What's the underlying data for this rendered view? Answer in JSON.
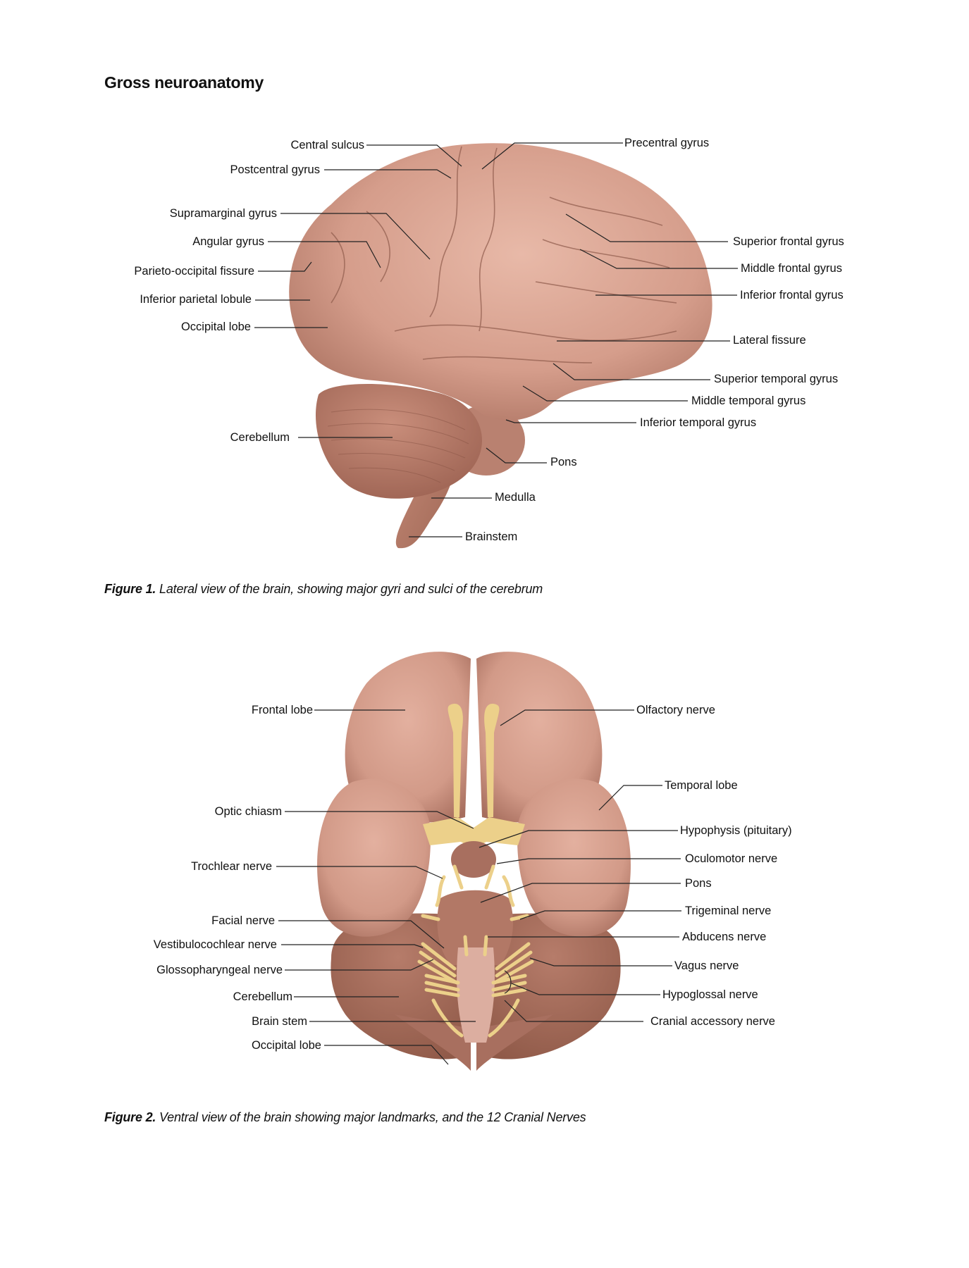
{
  "page": {
    "title": "Gross neuroanatomy"
  },
  "figure1": {
    "caption_label": "Figure 1.",
    "caption_text": " Lateral view of the brain, showing major gyri and sulci of the cerebrum",
    "labels_left": [
      {
        "text": "Central sulcus"
      },
      {
        "text": "Postcentral gyrus"
      },
      {
        "text": "Supramarginal gyrus"
      },
      {
        "text": "Angular gyrus"
      },
      {
        "text": "Parieto-occipital fissure"
      },
      {
        "text": "Inferior parietal lobule"
      },
      {
        "text": "Occipital lobe"
      },
      {
        "text": "Cerebellum"
      }
    ],
    "labels_right": [
      {
        "text": "Precentral gyrus"
      },
      {
        "text": "Superior frontal gyrus"
      },
      {
        "text": "Middle frontal gyrus"
      },
      {
        "text": "Inferior frontal gyrus"
      },
      {
        "text": "Lateral fissure"
      },
      {
        "text": "Superior temporal gyrus"
      },
      {
        "text": "Middle temporal gyrus"
      },
      {
        "text": "Inferior temporal gyrus"
      },
      {
        "text": "Pons"
      },
      {
        "text": "Medulla"
      },
      {
        "text": "Brainstem"
      }
    ]
  },
  "figure2": {
    "caption_label": "Figure 2.",
    "caption_text": " Ventral view of the brain showing major landmarks, and the 12 Cranial Nerves",
    "labels_left": [
      {
        "text": "Frontal lobe"
      },
      {
        "text": "Optic chiasm"
      },
      {
        "text": "Trochlear nerve"
      },
      {
        "text": "Facial nerve"
      },
      {
        "text": "Vestibulocochlear nerve"
      },
      {
        "text": "Glossopharyngeal nerve"
      },
      {
        "text": "Cerebellum"
      },
      {
        "text": "Brain stem"
      },
      {
        "text": "Occipital lobe"
      }
    ],
    "labels_right": [
      {
        "text": "Olfactory nerve"
      },
      {
        "text": "Temporal lobe"
      },
      {
        "text": "Hypophysis (pituitary)"
      },
      {
        "text": "Oculomotor nerve"
      },
      {
        "text": "Pons"
      },
      {
        "text": "Trigeminal nerve"
      },
      {
        "text": "Abducens nerve"
      },
      {
        "text": "Vagus nerve"
      },
      {
        "text": "Hypoglossal nerve"
      },
      {
        "text": "Cranial accessory nerve"
      }
    ]
  },
  "colors": {
    "brain_surface": "#d9a393",
    "brain_shadow": "#a86f60",
    "cerebellum": "#b97e6c",
    "nerve_yellow": "#ecd08a",
    "leader_line": "#222222"
  }
}
